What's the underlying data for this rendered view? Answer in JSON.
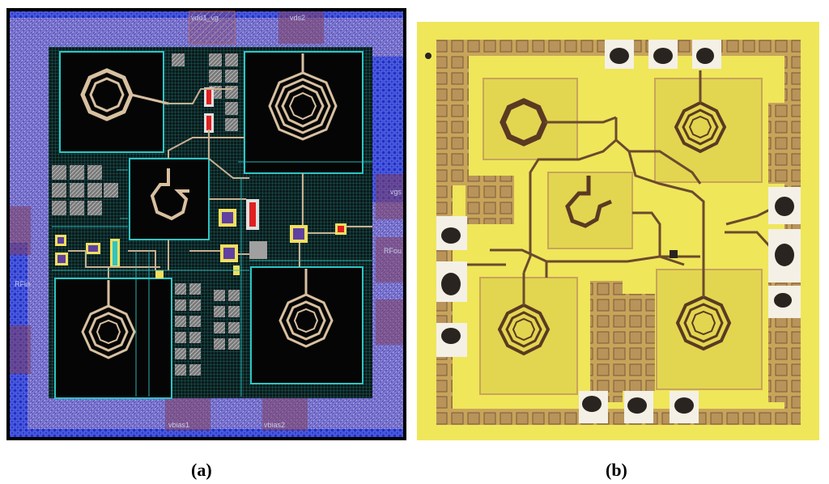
{
  "figure": {
    "panel_a": {
      "caption": "(a)",
      "pad_labels": {
        "top_left": "vdd1_vg",
        "top_right": "vds2",
        "left": "RFin",
        "right_upper": "vgs",
        "right_lower": "RFou",
        "bottom_left": "vbias1",
        "bottom_right": "vbias2"
      }
    },
    "panel_b": {
      "caption": "(b)"
    }
  },
  "colors": {
    "layout_bg": "#7b6fd0",
    "layout_core": "#050505",
    "spiral": "#d8c0a0",
    "photo_bg": "#e8e050",
    "photo_metal": "#c8a45a",
    "photo_trace": "#6b4a2e"
  }
}
